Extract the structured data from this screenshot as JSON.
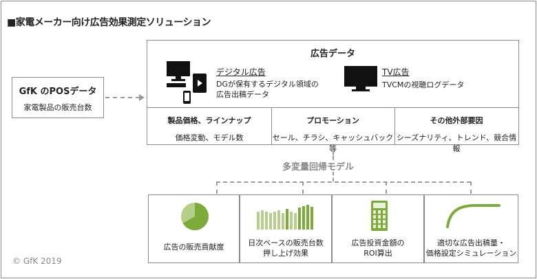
{
  "title": "■家電メーカー向け広告効果測定ソリューション",
  "source_box": {
    "title": "GfK のPOSデータ",
    "subtitle": "家電製品の販売台数"
  },
  "ad_data": {
    "heading": "広告データ",
    "digital": {
      "title": "デジタル広告",
      "desc_line1": "DGが保有するデジタル領域の",
      "desc_line2": "広告出稿データ"
    },
    "tv": {
      "title": "TV広告",
      "desc": "TVCMの視聴ログデータ"
    },
    "factors": [
      {
        "heading": "製品価格、ラインナップ",
        "detail": "価格変動、モデル数"
      },
      {
        "heading": "プロモーション",
        "detail": "セール、チラシ、キャッシュバック等"
      },
      {
        "heading": "その他外部要因",
        "detail": "シーズナリティ、トレンド、競合情報"
      }
    ]
  },
  "model_label": "多変量回帰モデル",
  "outputs": [
    {
      "line1": "広告の販売貢献度",
      "line2": "",
      "icon": "pie-chart-icon"
    },
    {
      "line1": "日次ベースの販売台数",
      "line2": "押し上げ効果",
      "icon": "bar-chart-icon"
    },
    {
      "line1": "広告投資金額の",
      "line2": "ROI算出",
      "icon": "calculator-icon"
    },
    {
      "line1": "適切な広告出稿量・",
      "line2": "価格設定シミュレーション",
      "icon": "curve-chart-icon"
    }
  ],
  "copyright": "© GfK 2019",
  "colors": {
    "accent": "#7cab3a",
    "accent_light": "#b5cf8a",
    "border": "#8a8a8a",
    "muted": "#8a8a8a"
  }
}
